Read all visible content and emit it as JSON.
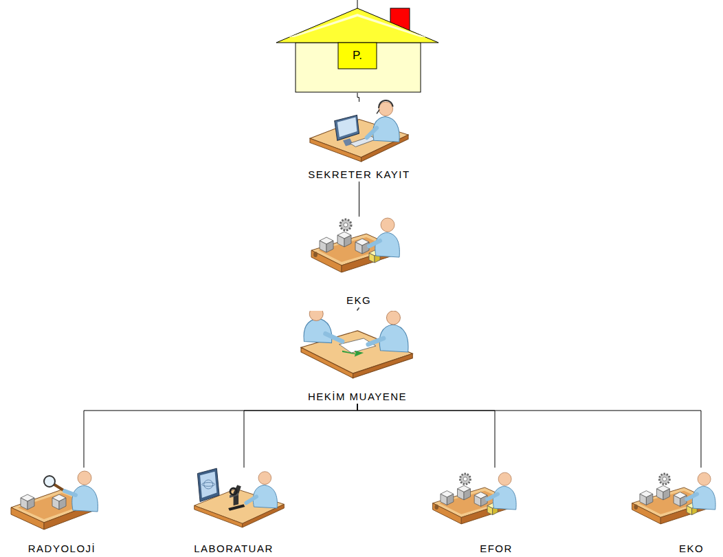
{
  "diagram": {
    "nodes": [
      {
        "text": [
          "P."
        ]
      },
      {
        "text": [
          "SEKRETER KAYIT"
        ]
      },
      {
        "text": [
          "EKG"
        ]
      },
      {
        "text": [
          "HEKİM MUAYENE"
        ]
      },
      {
        "text": [
          "RADYOLOJİ"
        ]
      },
      {
        "text": [
          "LABORATUAR"
        ]
      },
      {
        "text": [
          "EFOR"
        ]
      },
      {
        "text": [
          "EKO"
        ]
      }
    ],
    "edges": [
      {
        "from": 0,
        "to": 1,
        "arrow": "none"
      },
      {
        "from": 1,
        "to": 2,
        "arrow": "none"
      },
      {
        "from": 2,
        "to": 3,
        "arrow": "none"
      },
      {
        "from": 3,
        "to": 4,
        "arrow": "none"
      },
      {
        "from": 3,
        "to": 5,
        "arrow": "none"
      },
      {
        "from": 3,
        "to": 6,
        "arrow": "none"
      },
      {
        "from": 3,
        "to": 7,
        "arrow": "none"
      }
    ]
  }
}
